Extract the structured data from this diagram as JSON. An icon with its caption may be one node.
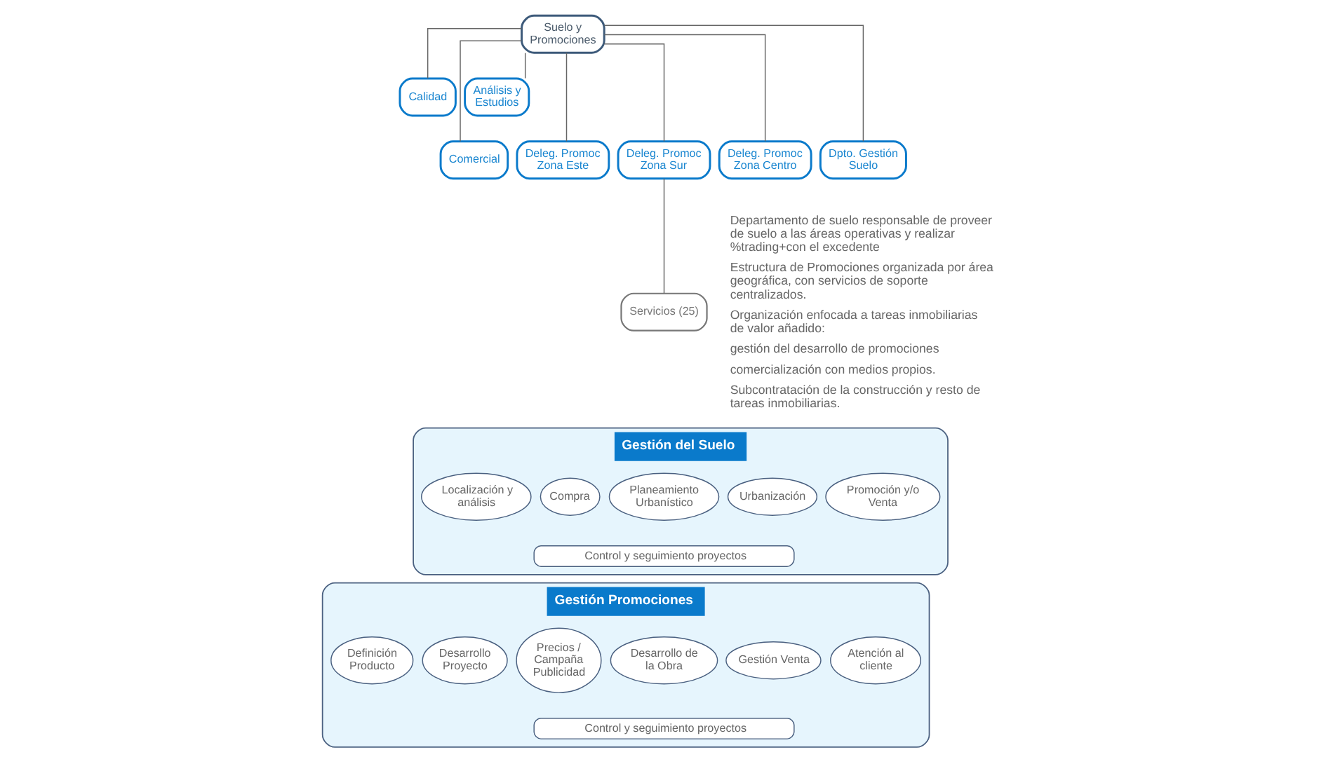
{
  "diagram": {
    "nodes": [
      {
        "text": [
          "Suelo y Promociones"
        ]
      },
      {
        "text": [
          "Calidad"
        ]
      },
      {
        "text": [
          "Análisis y Estudios"
        ]
      },
      {
        "text": [
          "Comercial"
        ]
      },
      {
        "text": [
          "Deleg. Promoc Zona Este"
        ]
      },
      {
        "text": [
          "Deleg. Promoc Zona Sur"
        ]
      },
      {
        "text": [
          "Deleg. Promoc Zona Centro"
        ]
      },
      {
        "text": [
          "Dpto. Gestión Suelo"
        ]
      },
      {
        "text": [
          "Servicios (25)"
        ]
      },
      {
        "text": [
          "Gestión del Suelo"
        ]
      },
      {
        "text": [
          "Localización y análisis"
        ],
        "in": 9
      },
      {
        "text": [
          "Compra"
        ],
        "in": 9
      },
      {
        "text": [
          "Planeamiento Urbanístico"
        ],
        "in": 9
      },
      {
        "text": [
          "Urbanización"
        ],
        "in": 9
      },
      {
        "text": [
          "Promoción y/o Venta"
        ],
        "in": 9
      },
      {
        "text": [
          "Control y seguimiento proyectos"
        ],
        "in": 9
      },
      {
        "text": [
          "Gestión Promociones"
        ]
      },
      {
        "text": [
          "Definición Producto"
        ],
        "in": 16
      },
      {
        "text": [
          "Desarrollo Proyecto"
        ],
        "in": 16
      },
      {
        "text": [
          "Precios / Campaña Publicidad"
        ],
        "in": 16
      },
      {
        "text": [
          "Desarrollo de la Obra"
        ],
        "in": 16
      },
      {
        "text": [
          "Gestión Venta"
        ],
        "in": 16
      },
      {
        "text": [
          "Atención al cliente"
        ],
        "in": 16
      },
      {
        "text": [
          "Control y seguimiento proyectos"
        ],
        "in": 16
      }
    ],
    "edges": [
      {
        "from": 0,
        "to": 1,
        "arrow": "none"
      },
      {
        "from": 0,
        "to": 2,
        "arrow": "none"
      },
      {
        "from": 0,
        "to": 3,
        "arrow": "none"
      },
      {
        "from": 0,
        "to": 4,
        "arrow": "none"
      },
      {
        "from": 0,
        "to": 5,
        "arrow": "none"
      },
      {
        "from": 0,
        "to": 6,
        "arrow": "none"
      },
      {
        "from": 0,
        "to": 7,
        "arrow": "none"
      },
      {
        "from": 5,
        "to": 8,
        "arrow": "none"
      }
    ],
    "labels": [
      "Departamento de suelo responsable de proveer de suelo a las áreas operativas y realizar %trading+con el excedente",
      "Estructura de Promociones organizada por área geográfica, con servicios de soporte centralizados.",
      "Organización enfocada a tareas inmobiliarias de valor añadido:",
      "gestión del desarrollo de promociones",
      "comercialización con medios propios.",
      "Subcontratación de la construcción y resto de tareas inmobiliarias."
    ]
  }
}
